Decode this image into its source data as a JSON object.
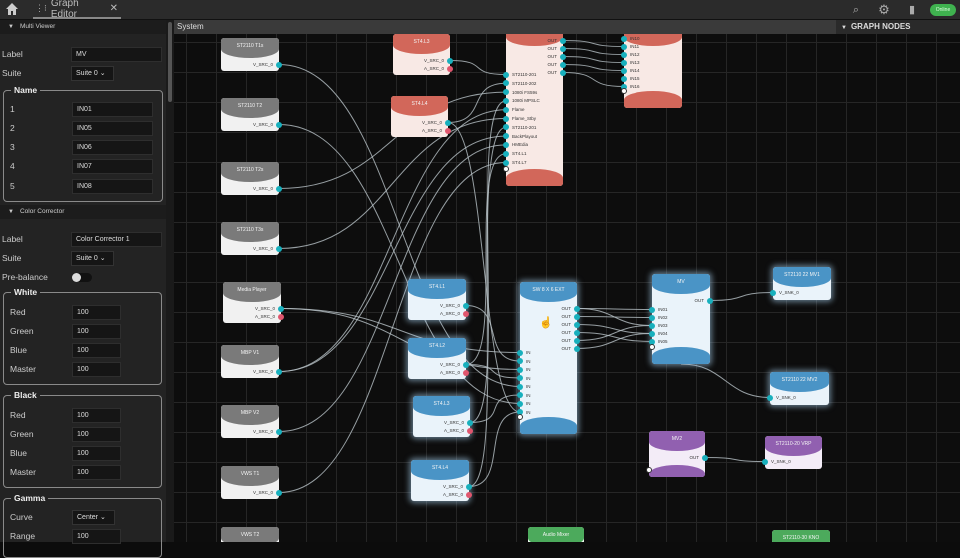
{
  "topbar": {
    "tab_label": "Graph Editor",
    "status": "Online",
    "icons": [
      "home-icon",
      "graph-icon",
      "search-icon",
      "gear-icon",
      "exit-icon"
    ]
  },
  "left_panel": {
    "multi_viewer": {
      "title": "Multi Viewer",
      "label_caption": "Label",
      "label_value": "MV",
      "suite_caption": "Suite",
      "suite_value": "Suite 0",
      "name_group": {
        "title": "Name",
        "rows": [
          {
            "index": "1",
            "value": "IN01"
          },
          {
            "index": "2",
            "value": "IN05"
          },
          {
            "index": "3",
            "value": "IN06"
          },
          {
            "index": "4",
            "value": "IN07"
          },
          {
            "index": "5",
            "value": "IN08"
          }
        ]
      }
    },
    "color_corrector": {
      "title": "Color Corrector",
      "label_caption": "Label",
      "label_value": "Color Corrector 1",
      "suite_caption": "Suite",
      "suite_value": "Suite 0",
      "prebalance_caption": "Pre-balance",
      "prebalance_on": false,
      "white": {
        "title": "White",
        "rows": [
          {
            "k": "Red",
            "v": "100"
          },
          {
            "k": "Green",
            "v": "100"
          },
          {
            "k": "Blue",
            "v": "100"
          },
          {
            "k": "Master",
            "v": "100"
          }
        ]
      },
      "black": {
        "title": "Black",
        "rows": [
          {
            "k": "Red",
            "v": "100"
          },
          {
            "k": "Green",
            "v": "100"
          },
          {
            "k": "Blue",
            "v": "100"
          },
          {
            "k": "Master",
            "v": "100"
          }
        ]
      },
      "gamma": {
        "title": "Gamma",
        "curve_caption": "Curve",
        "curve_value": "Center",
        "range_caption": "Range",
        "range_value": "100"
      }
    }
  },
  "canvas": {
    "title": "System"
  },
  "right_panel": {
    "title": "GRAPH NODES"
  },
  "colors": {
    "gray": "#7a7a7a",
    "red": "#d2675a",
    "blue": "#4a94c6",
    "purple": "#9160b0",
    "green": "#4caa5c",
    "port_video": "#18b0bd",
    "port_audio": "#e0566e"
  },
  "graph": {
    "nodes": [
      {
        "id": "n1",
        "title": "ST2110 T1s",
        "color": "gray",
        "outputs": [
          "V_SRC_0"
        ]
      },
      {
        "id": "n2",
        "title": "ST2110 T2",
        "color": "gray",
        "outputs": [
          "V_SRC_0"
        ]
      },
      {
        "id": "n3",
        "title": "ST2110 T2s",
        "color": "gray",
        "outputs": [
          "V_SRC_0"
        ]
      },
      {
        "id": "n4",
        "title": "ST2110 T3s",
        "color": "gray",
        "outputs": [
          "V_SRC_0"
        ]
      },
      {
        "id": "n5",
        "title": "Media Player",
        "color": "gray",
        "outputs": [
          "V_SRC_0",
          "A_SRC_0"
        ]
      },
      {
        "id": "n6",
        "title": "MBP V1",
        "color": "gray",
        "outputs": [
          "V_SRC_0"
        ]
      },
      {
        "id": "n7",
        "title": "MBP V2",
        "color": "gray",
        "outputs": [
          "V_SRC_0"
        ]
      },
      {
        "id": "n8",
        "title": "VWS T1",
        "color": "gray",
        "outputs": [
          "V_SRC_0"
        ]
      },
      {
        "id": "n9",
        "title": "VWS T2",
        "color": "gray",
        "outputs": []
      },
      {
        "id": "r1",
        "title": "ST4.L3",
        "color": "red",
        "outputs": [
          "V_SRC_0",
          "A_SRC_0"
        ]
      },
      {
        "id": "r2",
        "title": "ST4.L4",
        "color": "red",
        "outputs": [
          "V_SRC_0",
          "A_SRC_0"
        ]
      },
      {
        "id": "r3",
        "title": "",
        "color": "red",
        "outputs": [
          "OUT",
          "OUT",
          "OUT",
          "OUT",
          "OUT"
        ],
        "inputs": [
          "ST2110-201",
          "ST2110-202",
          "1080i FS59s",
          "1080i MPSLC",
          "Flame",
          "Flame_Stby",
          "ST2110-201",
          "BackPlayout",
          "HMEdia",
          "ST4.L1",
          "ST4.L7"
        ]
      },
      {
        "id": "r4",
        "title": "",
        "color": "red",
        "outputs": [],
        "inputs": [
          "IN10",
          "IN11",
          "IN12",
          "IN13",
          "IN14",
          "IN15",
          "IN16"
        ]
      },
      {
        "id": "b1",
        "title": "ST4.L1",
        "color": "blue",
        "outputs": [
          "V_SRC_0",
          "A_SRC_0"
        ]
      },
      {
        "id": "b2",
        "title": "ST4.L2",
        "color": "blue",
        "outputs": [
          "V_SRC_0",
          "A_SRC_0"
        ]
      },
      {
        "id": "b3",
        "title": "ST4.L3",
        "color": "blue",
        "outputs": [
          "V_SRC_0",
          "A_SRC_0"
        ]
      },
      {
        "id": "b4",
        "title": "ST4.L4",
        "color": "blue",
        "outputs": [
          "V_SRC_0",
          "A_SRC_0"
        ]
      },
      {
        "id": "sw",
        "title": "SW 8 X 6 EXT",
        "color": "blue",
        "outputs": [
          "OUT",
          "OUT",
          "OUT",
          "OUT",
          "OUT",
          "OUT"
        ],
        "inputs": [
          "IN",
          "IN",
          "IN",
          "IN",
          "IN",
          "IN",
          "IN",
          "IN"
        ]
      },
      {
        "id": "mv",
        "title": "MV",
        "color": "blue",
        "outputs": [
          "OUT"
        ],
        "inputs": [
          "IN01",
          "IN02",
          "IN03",
          "IN04",
          "IN05"
        ]
      },
      {
        "id": "k1",
        "title": "ST2110 22 MV1",
        "color": "blue",
        "inputs": [
          "V_SNK_0"
        ]
      },
      {
        "id": "k2",
        "title": "ST2110 22 MV2",
        "color": "blue",
        "inputs": [
          "V_SNK_0"
        ]
      },
      {
        "id": "mv2",
        "title": "MV2",
        "color": "purple",
        "outputs": [
          "OUT"
        ],
        "inputs": []
      },
      {
        "id": "k3",
        "title": "ST2110-20 VRP",
        "color": "purple",
        "inputs": [
          "V_SNK_0"
        ]
      },
      {
        "id": "g1",
        "title": "Audio Mixer",
        "color": "green",
        "outputs": []
      },
      {
        "id": "g2",
        "title": "ST2110-30 KNO",
        "color": "green",
        "inputs": []
      }
    ],
    "connections": [
      [
        "n5",
        0,
        "b1",
        0
      ],
      [
        "n5",
        0,
        "sw",
        0
      ],
      [
        "n5",
        0,
        "sw",
        2
      ],
      [
        "n3",
        0,
        "r3",
        2
      ],
      [
        "n4",
        0,
        "r3",
        5
      ],
      [
        "n6",
        0,
        "r3",
        7
      ],
      [
        "n7",
        0,
        "r3",
        8
      ],
      [
        "n8",
        0,
        "r3",
        10
      ],
      [
        "n1",
        0,
        "sw",
        4
      ],
      [
        "n2",
        0,
        "sw",
        6
      ],
      [
        "r1",
        0,
        "r3",
        0
      ],
      [
        "r2",
        0,
        "r3",
        1
      ],
      [
        "r2",
        0,
        "sw",
        7
      ],
      [
        "r1",
        0,
        "b4",
        0
      ],
      [
        "r3",
        0,
        "r4",
        1
      ],
      [
        "r3",
        1,
        "r4",
        2
      ],
      [
        "r3",
        2,
        "r4",
        3
      ],
      [
        "r3",
        3,
        "r4",
        4
      ],
      [
        "r3",
        4,
        "r4",
        6
      ],
      [
        "b1",
        0,
        "sw",
        1
      ],
      [
        "b2",
        0,
        "sw",
        3
      ],
      [
        "b3",
        0,
        "sw",
        5
      ],
      [
        "b4",
        0,
        "sw",
        7
      ],
      [
        "b2",
        0,
        "r3",
        9
      ],
      [
        "b3",
        0,
        "r3",
        3
      ],
      [
        "b4",
        0,
        "r3",
        6
      ],
      [
        "sw",
        0,
        "mv",
        0
      ],
      [
        "sw",
        0,
        "mv",
        2
      ],
      [
        "sw",
        1,
        "mv",
        1
      ],
      [
        "sw",
        2,
        "mv",
        3
      ],
      [
        "sw",
        3,
        "mv",
        4
      ],
      [
        "sw",
        4,
        "mv",
        2
      ],
      [
        "sw",
        5,
        "mv",
        3
      ],
      [
        "mv",
        0,
        "k1",
        0
      ],
      [
        "mv",
        -1,
        "k2",
        0
      ],
      [
        "mv2",
        0,
        "k3",
        0
      ],
      [
        "n8",
        0,
        "b3",
        0
      ],
      [
        "n7",
        0,
        "b2",
        0
      ],
      [
        "n6",
        0,
        "r3",
        4
      ]
    ]
  }
}
